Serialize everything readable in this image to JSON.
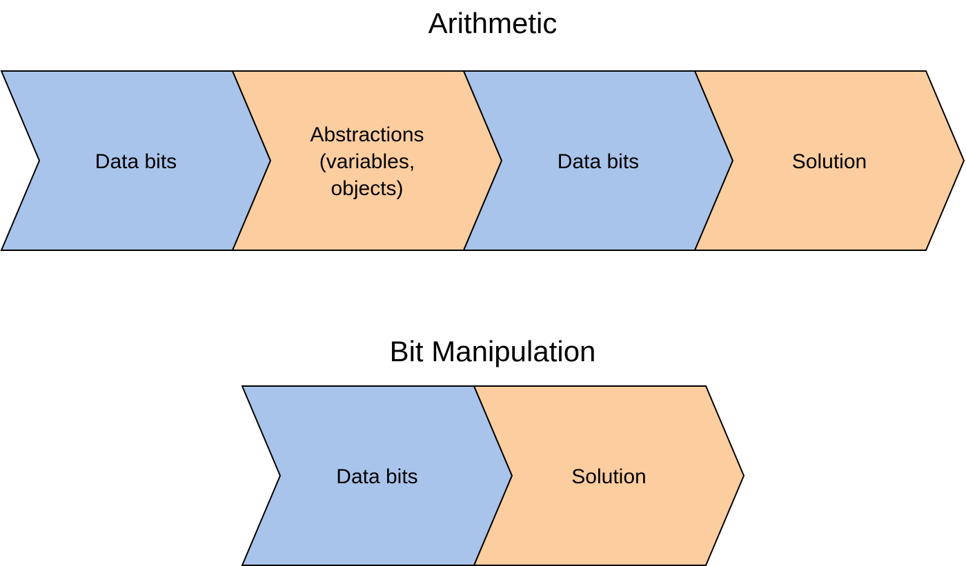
{
  "colors": {
    "blue_step": "#a9c4ea",
    "orange_step": "#fccd9f",
    "outline": "#000000"
  },
  "flows": [
    {
      "title": "Arithmetic",
      "steps": [
        {
          "lines": [
            "Data bits"
          ],
          "color": "blue"
        },
        {
          "lines": [
            "Abstractions",
            "(variables,",
            "objects)"
          ],
          "color": "orange"
        },
        {
          "lines": [
            "Data bits"
          ],
          "color": "blue"
        },
        {
          "lines": [
            "Solution"
          ],
          "color": "orange"
        }
      ]
    },
    {
      "title": "Bit Manipulation",
      "steps": [
        {
          "lines": [
            "Data bits"
          ],
          "color": "blue"
        },
        {
          "lines": [
            "Solution"
          ],
          "color": "orange"
        }
      ]
    }
  ]
}
